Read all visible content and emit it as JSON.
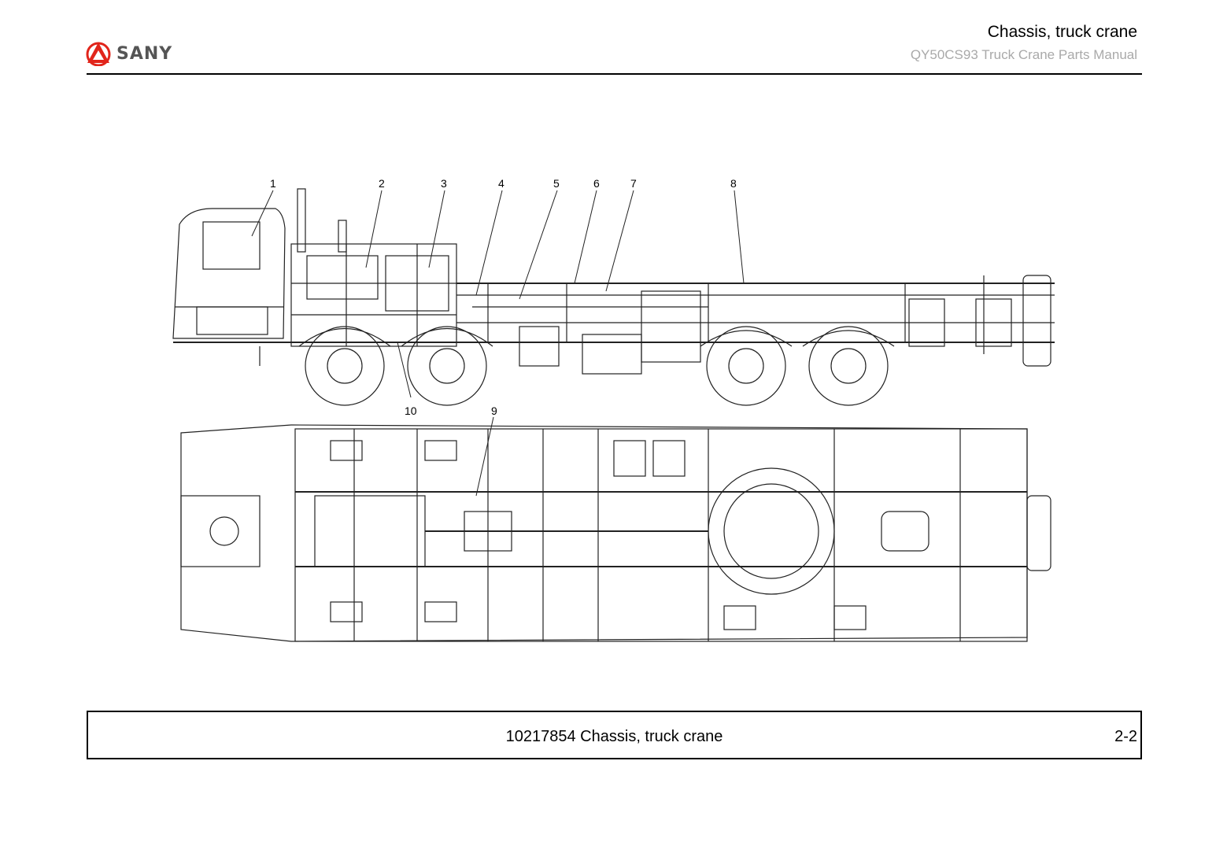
{
  "header": {
    "logo_text": "SANY",
    "title": "Chassis, truck crane",
    "subtitle": "QY50CS93 Truck Crane  Parts Manual"
  },
  "drawing": {
    "callouts": [
      "1",
      "2",
      "3",
      "4",
      "5",
      "6",
      "7",
      "8",
      "9",
      "10"
    ]
  },
  "footer": {
    "caption": "10217854 Chassis, truck crane",
    "page": "2-2"
  },
  "colors": {
    "logo_red": "#e1251b",
    "logo_gray": "#555555",
    "subtitle_gray": "#a9a9a9",
    "line": "#000000"
  }
}
